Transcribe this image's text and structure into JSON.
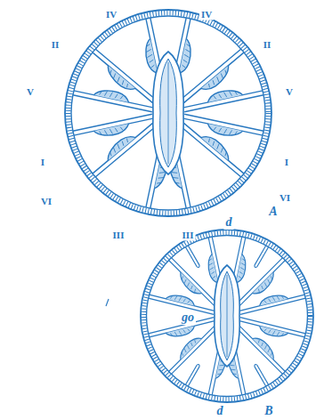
{
  "diagram": {
    "labels": [
      "IV",
      "IV",
      "II",
      "II",
      "V",
      "V",
      "I",
      "I",
      "VI",
      "VI",
      "III",
      "III",
      "A",
      "d",
      "go",
      "d",
      "B"
    ]
  }
}
